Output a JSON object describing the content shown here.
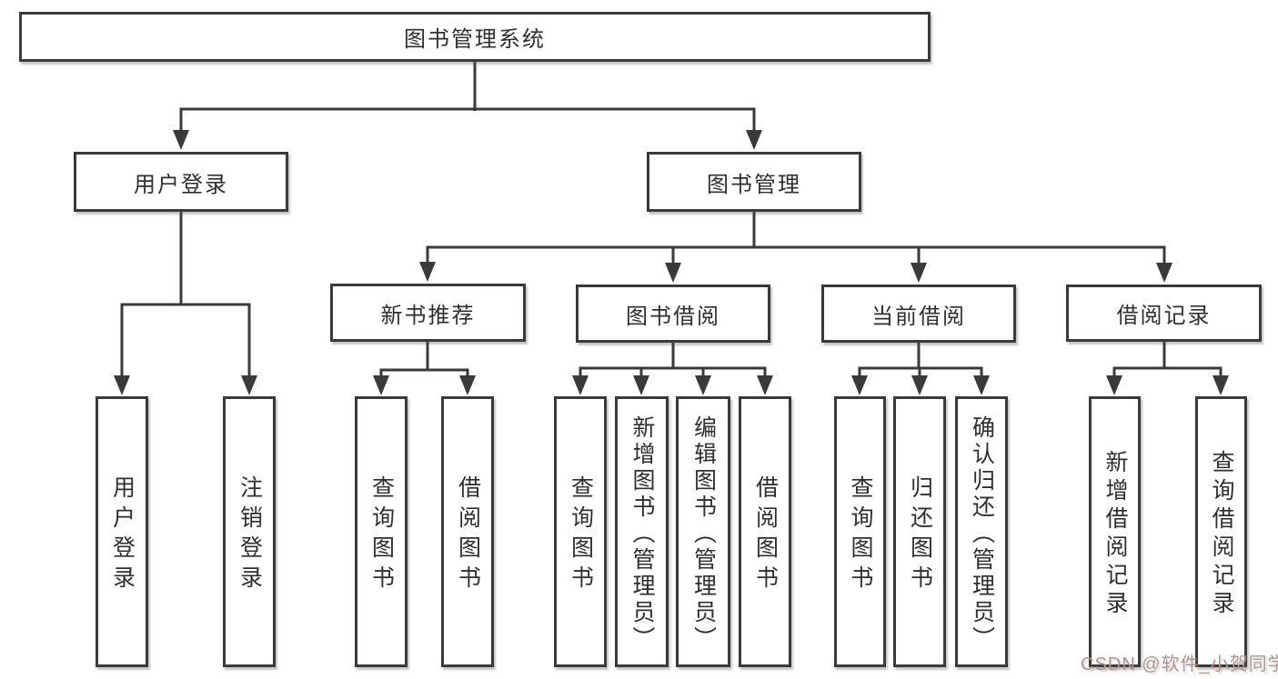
{
  "diagram": {
    "title": "图书管理系统",
    "level2": [
      {
        "label": "用户登录",
        "parent": "图书管理系统"
      },
      {
        "label": "图书管理",
        "parent": "图书管理系统"
      }
    ],
    "level3": [
      {
        "label": "新书推荐",
        "parent": "图书管理"
      },
      {
        "label": "图书借阅",
        "parent": "图书管理"
      },
      {
        "label": "当前借阅",
        "parent": "图书管理"
      },
      {
        "label": "借阅记录",
        "parent": "图书管理"
      }
    ],
    "leaves": [
      {
        "label": "用户登录",
        "parent": "用户登录"
      },
      {
        "label": "注销登录",
        "parent": "用户登录"
      },
      {
        "label": "查询图书",
        "parent": "新书推荐"
      },
      {
        "label": "借阅图书",
        "parent": "新书推荐"
      },
      {
        "label": "查询图书",
        "parent": "图书借阅"
      },
      {
        "label": "新增图书（管理员）",
        "parent": "图书借阅"
      },
      {
        "label": "编辑图书（管理员）",
        "parent": "图书借阅"
      },
      {
        "label": "借阅图书",
        "parent": "图书借阅"
      },
      {
        "label": "查询图书",
        "parent": "当前借阅"
      },
      {
        "label": "归还图书",
        "parent": "当前借阅"
      },
      {
        "label": "确认归还（管理员）",
        "parent": "当前借阅"
      },
      {
        "label": "新增借阅记录",
        "parent": "借阅记录"
      },
      {
        "label": "查询借阅记录",
        "parent": "借阅记录"
      }
    ]
  },
  "watermark": "CSDN @软件_小贺同学",
  "colors": {
    "line": "#3a3a3a",
    "box_border": "#3a3a3a",
    "box_background": "#ffffff",
    "text": "#2f2f2f",
    "watermark_text": "#9c9c9c",
    "watermark_accent": "#fc5531",
    "page_background": "#ffffff"
  }
}
